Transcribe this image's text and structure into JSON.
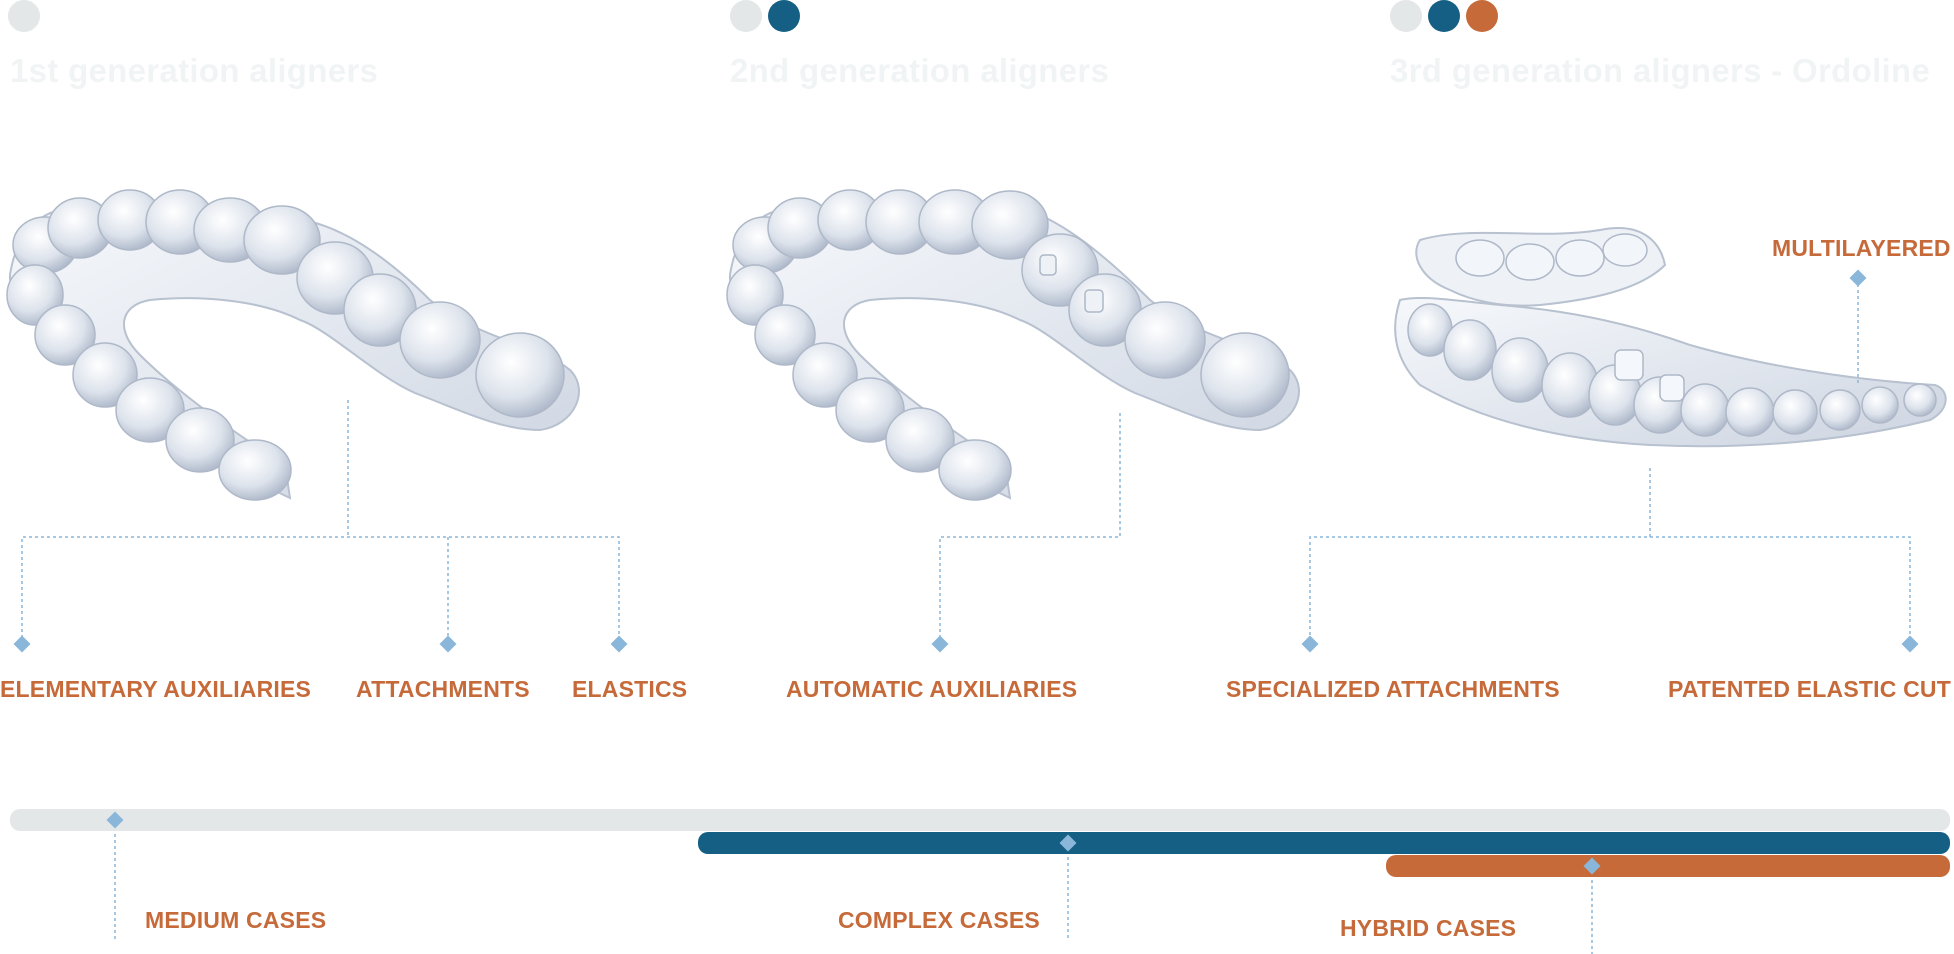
{
  "colors": {
    "light": "#e3e7e8",
    "blue": "#155f84",
    "orange": "#c66a3a",
    "connector": "#8ab6da",
    "label": "#c66a3a"
  },
  "generations": [
    {
      "title": "1st generation aligners",
      "dots": [
        "light"
      ],
      "image": "aligner-tray-gen1"
    },
    {
      "title": "2nd generation aligners",
      "dots": [
        "light",
        "blue"
      ],
      "image": "aligner-tray-gen2"
    },
    {
      "title": "3rd generation aligners - Ordoline",
      "dots": [
        "light",
        "blue",
        "orange"
      ],
      "image": "aligner-tray-gen3-multilayered"
    }
  ],
  "features": {
    "elementary_auxiliaries": "ELEMENTARY AUXILIARIES",
    "attachments": "ATTACHMENTS",
    "elastics": "ELASTICS",
    "automatic_auxiliaries": "AUTOMATIC AUXILIARIES",
    "specialized_attachments": "SPECIALIZED ATTACHMENTS",
    "patented_elastic_cut": "PATENTED ELASTIC CUT",
    "multilayered": "MULTILAYERED"
  },
  "cases": {
    "medium": "MEDIUM CASES",
    "complex": "COMPLEX CASES",
    "hybrid": "HYBRID CASES"
  }
}
